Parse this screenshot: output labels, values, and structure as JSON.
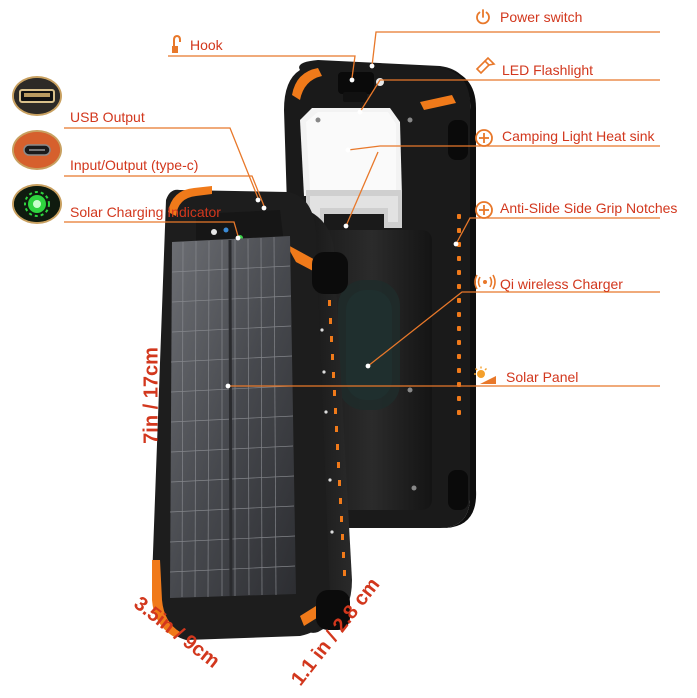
{
  "labels": {
    "power_switch": "Power switch",
    "hook": "Hook",
    "led_flashlight": "LED Flashlight",
    "usb_output": "USB Output",
    "camping_light": "Camping Light Heat sink",
    "input_output": "Input/Output (type-c)",
    "solar_indicator": "Solar Charging Indicator",
    "anti_slide": "Anti-Slide Side Grip Notches",
    "qi_wireless": "Qi wireless Charger",
    "solar_panel": "Solar Panel"
  },
  "dimensions": {
    "height": "7in / 17cm",
    "width": "3.5in / 9cm",
    "depth": "1.1 in / 2.8 cm"
  },
  "icons": {
    "power": "power-icon",
    "hook": "hook-icon",
    "flashlight": "flashlight-icon",
    "plus": "plus-circle-icon",
    "wireless": "wireless-icon",
    "sun": "sun-icon",
    "usb": "usb-port-icon",
    "typec": "typec-port-icon",
    "led": "green-led-icon"
  },
  "colors": {
    "accent": "#d2371d",
    "orange": "#f07a1a",
    "body": "#1c1c1c"
  }
}
